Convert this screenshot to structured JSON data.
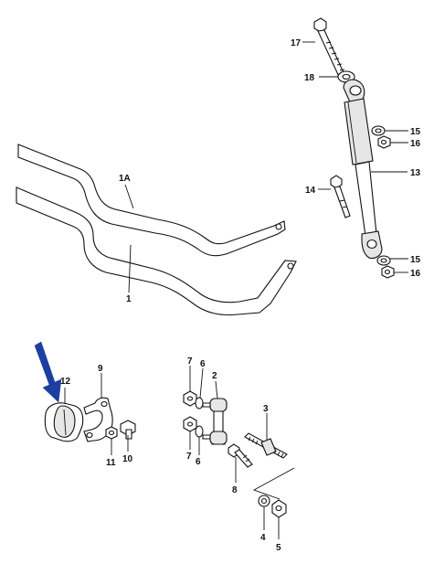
{
  "labels": {
    "l1": "1",
    "l1a": "1A",
    "l2": "2",
    "l3": "3",
    "l4": "4",
    "l5": "5",
    "l6a": "6",
    "l6b": "6",
    "l7a": "7",
    "l7b": "7",
    "l8": "8",
    "l9": "9",
    "l10": "10",
    "l11": "11",
    "l12": "12",
    "l13": "13",
    "l14": "14",
    "l15a": "15",
    "l15b": "15",
    "l16a": "16",
    "l16b": "16",
    "l17": "17",
    "l18": "18"
  },
  "colors": {
    "arrow": "#1c3fa0",
    "line": "#111111"
  }
}
